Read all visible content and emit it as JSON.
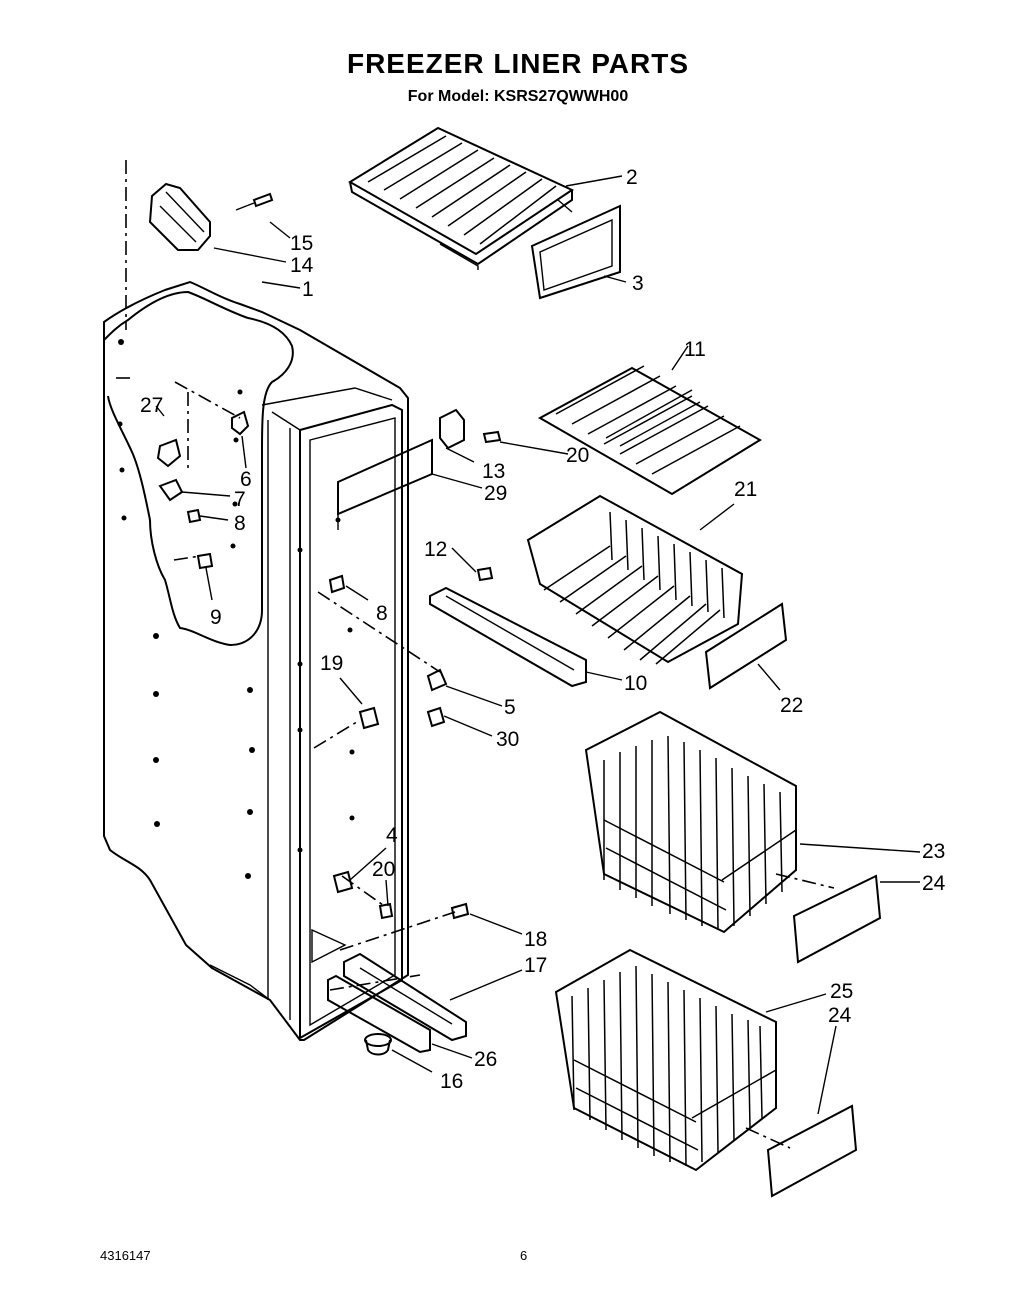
{
  "header": {
    "title": "FREEZER LINER PARTS",
    "subtitle": "For Model: KSRS27QWWH00"
  },
  "footer": {
    "doc_number": "4316147",
    "page_number": "6"
  },
  "callouts": {
    "c1": "1",
    "c2": "2",
    "c3": "3",
    "c4": "4",
    "c5": "5",
    "c6": "6",
    "c7": "7",
    "c8a": "8",
    "c8b": "8",
    "c9": "9",
    "c10": "10",
    "c11": "11",
    "c12": "12",
    "c13": "13",
    "c14": "14",
    "c15": "15",
    "c16": "16",
    "c17": "17",
    "c18": "18",
    "c19": "19",
    "c20a": "20",
    "c20b": "20",
    "c21": "21",
    "c22": "22",
    "c23": "23",
    "c24a": "24",
    "c24b": "24",
    "c25": "25",
    "c26": "26",
    "c27": "27",
    "c29": "29",
    "c30": "30"
  }
}
